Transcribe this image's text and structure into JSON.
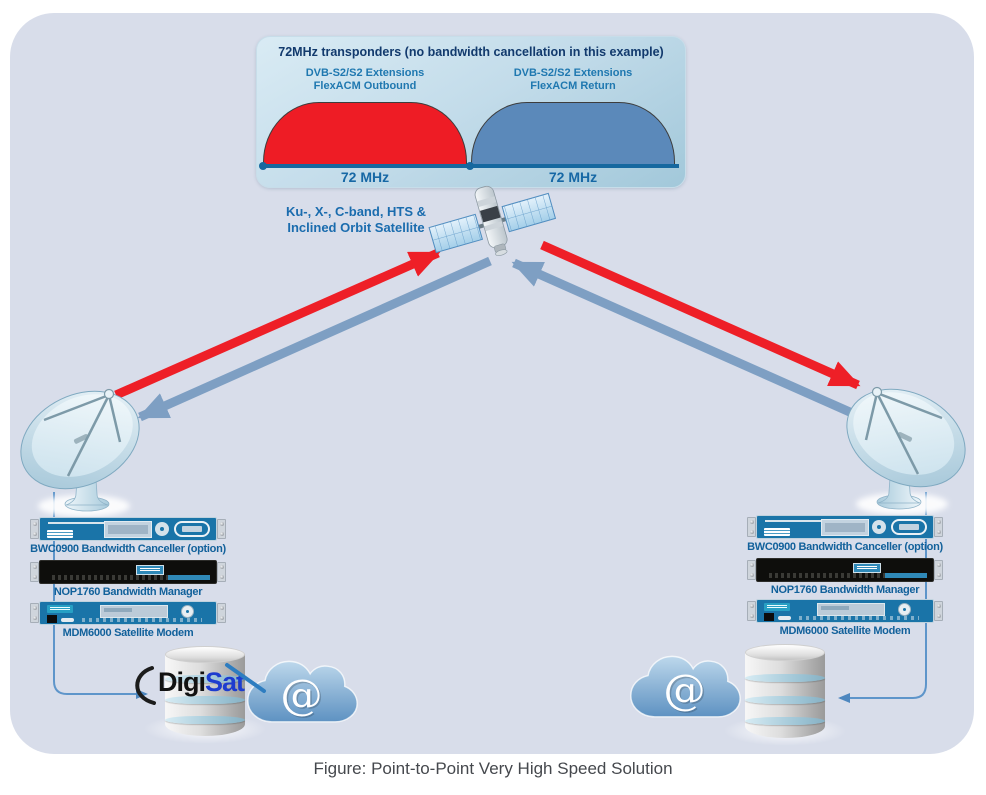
{
  "figure": {
    "caption": "Figure: Point-to-Point Very High Speed Solution"
  },
  "transponders": {
    "title": "72MHz transponders (no bandwidth cancellation in this example)",
    "outbound": {
      "tech": "DVB-S2/S2 Extensions",
      "mode": "FlexACM Outbound",
      "bandwidth": "72 MHz"
    },
    "return": {
      "tech": "DVB-S2/S2 Extensions",
      "mode": "FlexACM Return",
      "bandwidth": "72 MHz"
    }
  },
  "satellite": {
    "label_line1": "Ku-, X-, C-band, HTS &",
    "label_line2": "Inclined Orbit Satellite"
  },
  "devices": {
    "canceller": "BWC0900 Bandwidth Canceller (option)",
    "manager": "NOP1760 Bandwidth Manager",
    "modem": "MDM6000 Satellite Modem"
  },
  "storage": {
    "logo_part1": "Digi",
    "logo_part2": "Sat"
  },
  "internet": {
    "symbol": "@"
  },
  "colors": {
    "outbound_red": "#ee1c25",
    "return_blue": "#5b89ba",
    "arrow_red": "#ee1f27",
    "arrow_blue": "#7e9fc3",
    "baseline_blue": "#16689f",
    "panel_bg": "#d8ddea",
    "device_blue": "#1a74a8",
    "label_blue": "#12619b"
  }
}
